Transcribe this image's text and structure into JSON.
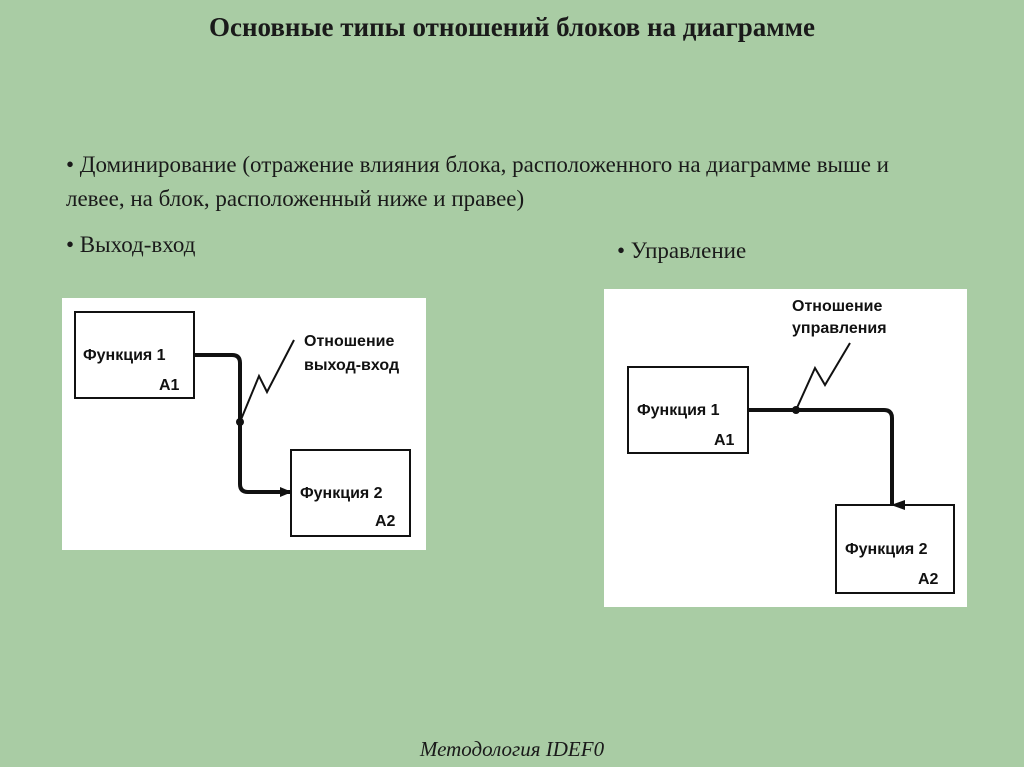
{
  "title": "Основные типы отношений блоков на диаграмме",
  "bullets": {
    "dominance": "• Доминирование (отражение влияния блока, расположенного на диаграмме выше и левее, на блок, расположенный ниже и правее)",
    "output_input": "• Выход-вход",
    "control": "• Управление"
  },
  "diagram_left": {
    "block1": {
      "name": "Функция 1",
      "code": "A1"
    },
    "block2": {
      "name": "Функция 2",
      "code": "A2"
    },
    "callout_line1": "Отношение",
    "callout_line2": "выход-вход"
  },
  "diagram_right": {
    "block1": {
      "name": "Функция 1",
      "code": "A1"
    },
    "block2": {
      "name": "Функция 2",
      "code": "A2"
    },
    "callout_line1": "Отношение",
    "callout_line2": "управления"
  },
  "footer": "Методология IDEF0"
}
